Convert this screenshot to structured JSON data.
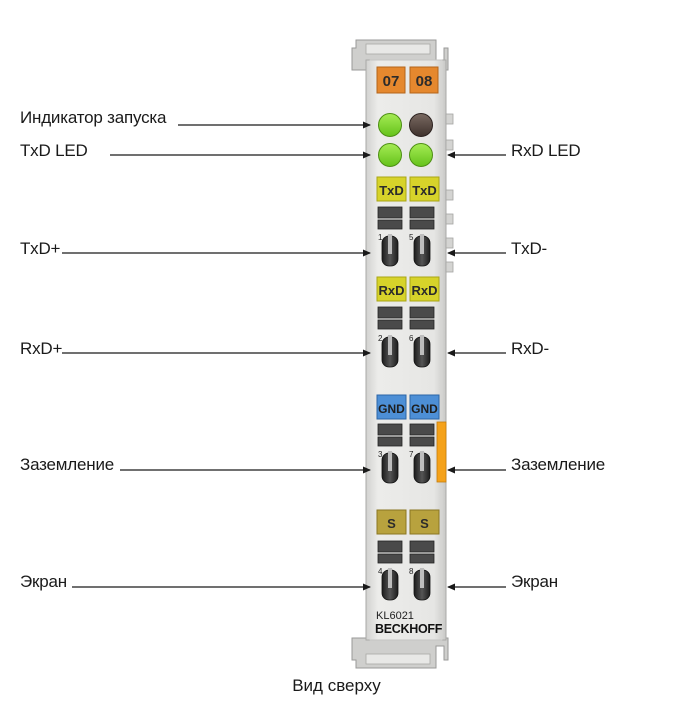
{
  "module": {
    "model": "KL6021",
    "brand": "BECKHOFF",
    "top_tags": [
      "07",
      "08"
    ],
    "signal_tags": [
      {
        "left": "TxD",
        "right": "TxD"
      },
      {
        "left": "RxD",
        "right": "RxD"
      },
      {
        "left": "GND",
        "right": "GND"
      },
      {
        "left": "S",
        "right": "S"
      }
    ],
    "terminal_numbers": [
      "1",
      "5",
      "2",
      "6",
      "3",
      "7",
      "4",
      "8"
    ]
  },
  "labels": {
    "run_led": "Индикатор запуска",
    "txd_led": "TxD LED",
    "rxd_led": "RxD LED",
    "txd_plus": "TxD+",
    "txd_minus": "TxD-",
    "rxd_plus": "RxD+",
    "rxd_minus": "RxD-",
    "ground_left": "Заземление",
    "ground_right": "Заземление",
    "shield_left": "Экран",
    "shield_right": "Экран"
  },
  "caption": "Вид сверху",
  "colors": {
    "housing": "#e4e4e2",
    "orange_tag": "#e5882e",
    "led_green": "#7ed321",
    "led_dark": "#5a4a44",
    "yellow_tag": "#d7d32a",
    "blue_tag": "#4d8fd6",
    "olive_tag": "#b8a23e",
    "side_orange": "#f5a21a"
  }
}
